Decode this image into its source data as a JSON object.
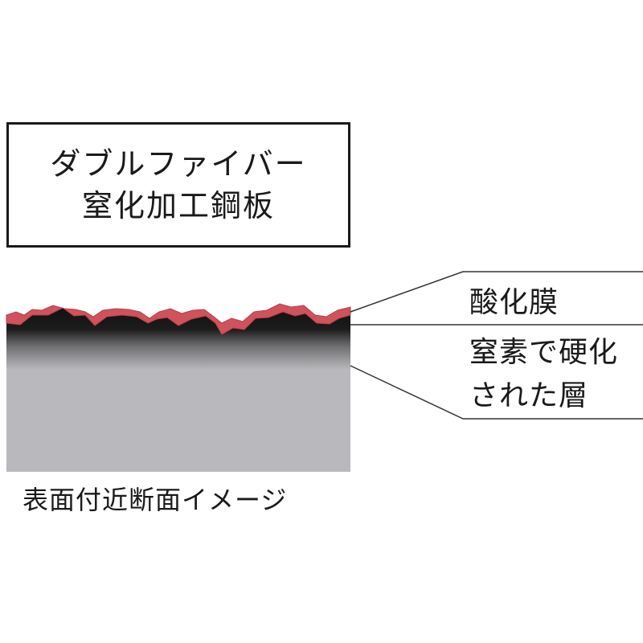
{
  "title": {
    "line1": "ダブルファイバー",
    "line2": "窒化加工鋼板"
  },
  "labels": {
    "oxide_film": "酸化膜",
    "nitrided_line1": "窒素で硬化",
    "nitrided_line2": "された層"
  },
  "caption": "表面付近断面イメージ",
  "colors": {
    "oxide": "#d0525c",
    "surface_dark": "#1a1a1a",
    "steel": "#b9b9bd",
    "line": "#333333"
  }
}
